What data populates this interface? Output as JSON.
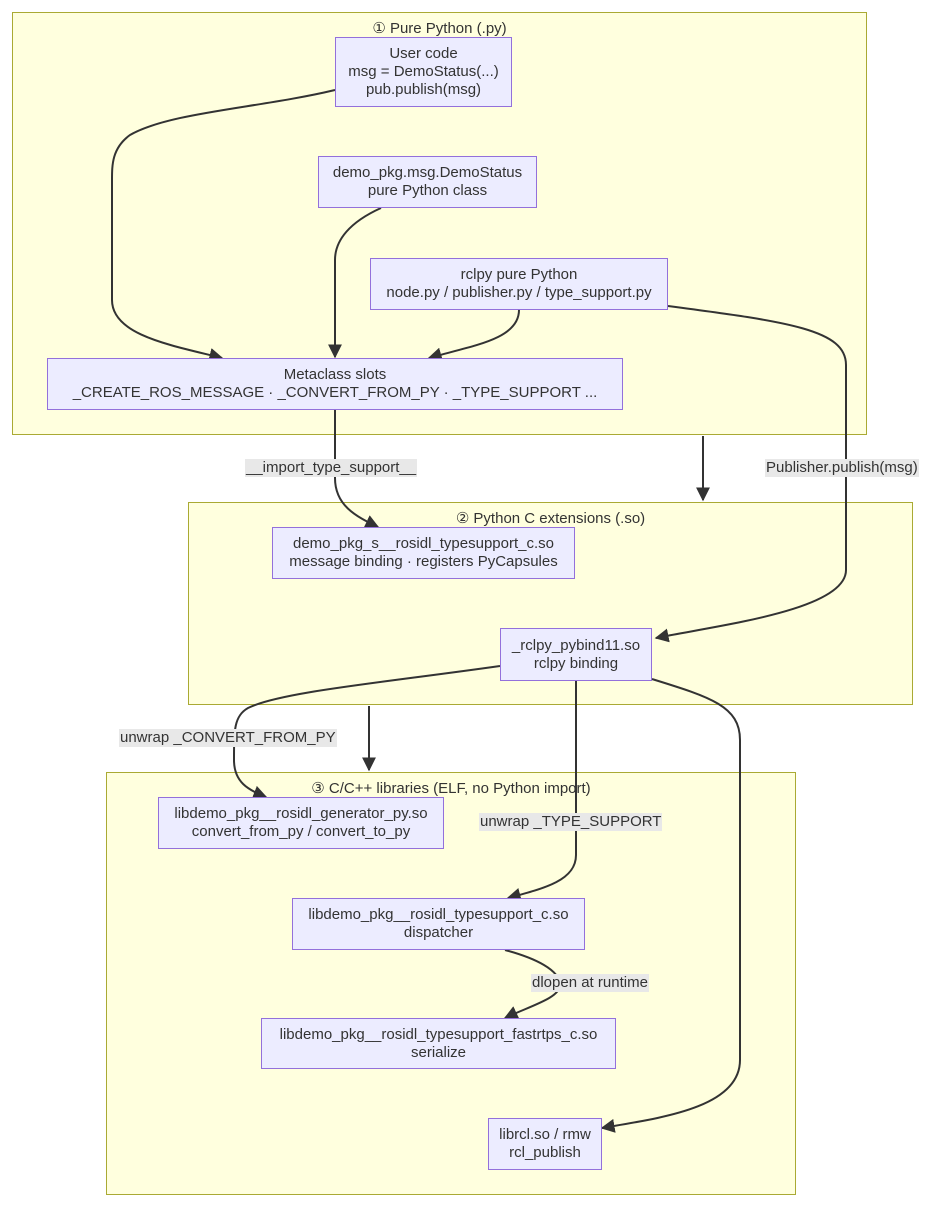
{
  "clusters": {
    "python": {
      "title": "① Pure Python (.py)"
    },
    "cext": {
      "title": "② Python C extensions (.so)"
    },
    "clib": {
      "title": "③ C/C++ libraries (ELF, no Python import)"
    }
  },
  "nodes": {
    "user_code": [
      "User code",
      "msg = DemoStatus(...)",
      "pub.publish(msg)"
    ],
    "demo_status": [
      "demo_pkg.msg.DemoStatus",
      "pure Python class"
    ],
    "rclpy_py": [
      "rclpy pure Python",
      "node.py / publisher.py / type_support.py"
    ],
    "metaclass": [
      "Metaclass slots",
      "_CREATE_ROS_MESSAGE · _CONVERT_FROM_PY · _TYPE_SUPPORT ..."
    ],
    "typesupport_so": [
      "demo_pkg_s__rosidl_typesupport_c.so",
      "message binding · registers PyCapsules"
    ],
    "rclpy_bind": [
      "_rclpy_pybind11.so",
      "rclpy binding"
    ],
    "generator_py": [
      "libdemo_pkg__rosidl_generator_py.so",
      "convert_from_py / convert_to_py"
    ],
    "ts_c": [
      "libdemo_pkg__rosidl_typesupport_c.so",
      "dispatcher"
    ],
    "fastrtps": [
      "libdemo_pkg__rosidl_typesupport_fastrtps_c.so",
      "serialize"
    ],
    "rcl": [
      "librcl.so / rmw",
      "rcl_publish"
    ]
  },
  "edge_labels": {
    "import_ts": "__import_type_support__",
    "publisher_publish": "Publisher.publish(msg)",
    "unwrap_convert": "unwrap _CONVERT_FROM_PY",
    "unwrap_ts": "unwrap _TYPE_SUPPORT",
    "dlopen": "dlopen at runtime"
  }
}
